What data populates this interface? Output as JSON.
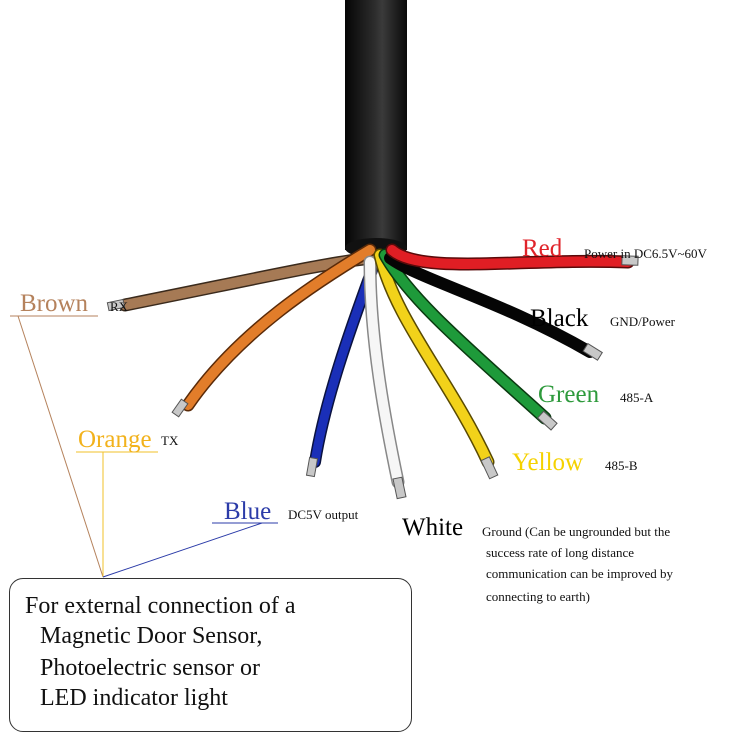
{
  "wires": [
    {
      "id": "red",
      "name": "Red",
      "function": "Power in  DC6.5V~60V",
      "color": "#e0232a"
    },
    {
      "id": "black",
      "name": "Black",
      "function": "GND/Power",
      "color": "#000000"
    },
    {
      "id": "green",
      "name": "Green",
      "function": "485-A",
      "color": "#2e9a3c"
    },
    {
      "id": "yellow",
      "name": "Yellow",
      "function": "485-B",
      "color": "#f5d200"
    },
    {
      "id": "white",
      "name": "White",
      "function_lines": [
        "Ground (Can be ungrounded but the",
        "success rate of long distance",
        "communication can be improved by",
        "connecting to earth)"
      ],
      "color": "#000000"
    },
    {
      "id": "blue",
      "name": "Blue",
      "function": "DC5V  output",
      "color": "#2b3ba8"
    },
    {
      "id": "orange",
      "name": "Orange",
      "function": "TX",
      "color": "#f2b21c"
    },
    {
      "id": "brown",
      "name": "Brown",
      "function": "RX",
      "color": "#b5825c"
    }
  ],
  "note": {
    "lines": [
      "For external connection of a",
      "Magnetic Door Sensor,",
      "Photoelectric sensor or",
      "LED indicator light"
    ]
  }
}
